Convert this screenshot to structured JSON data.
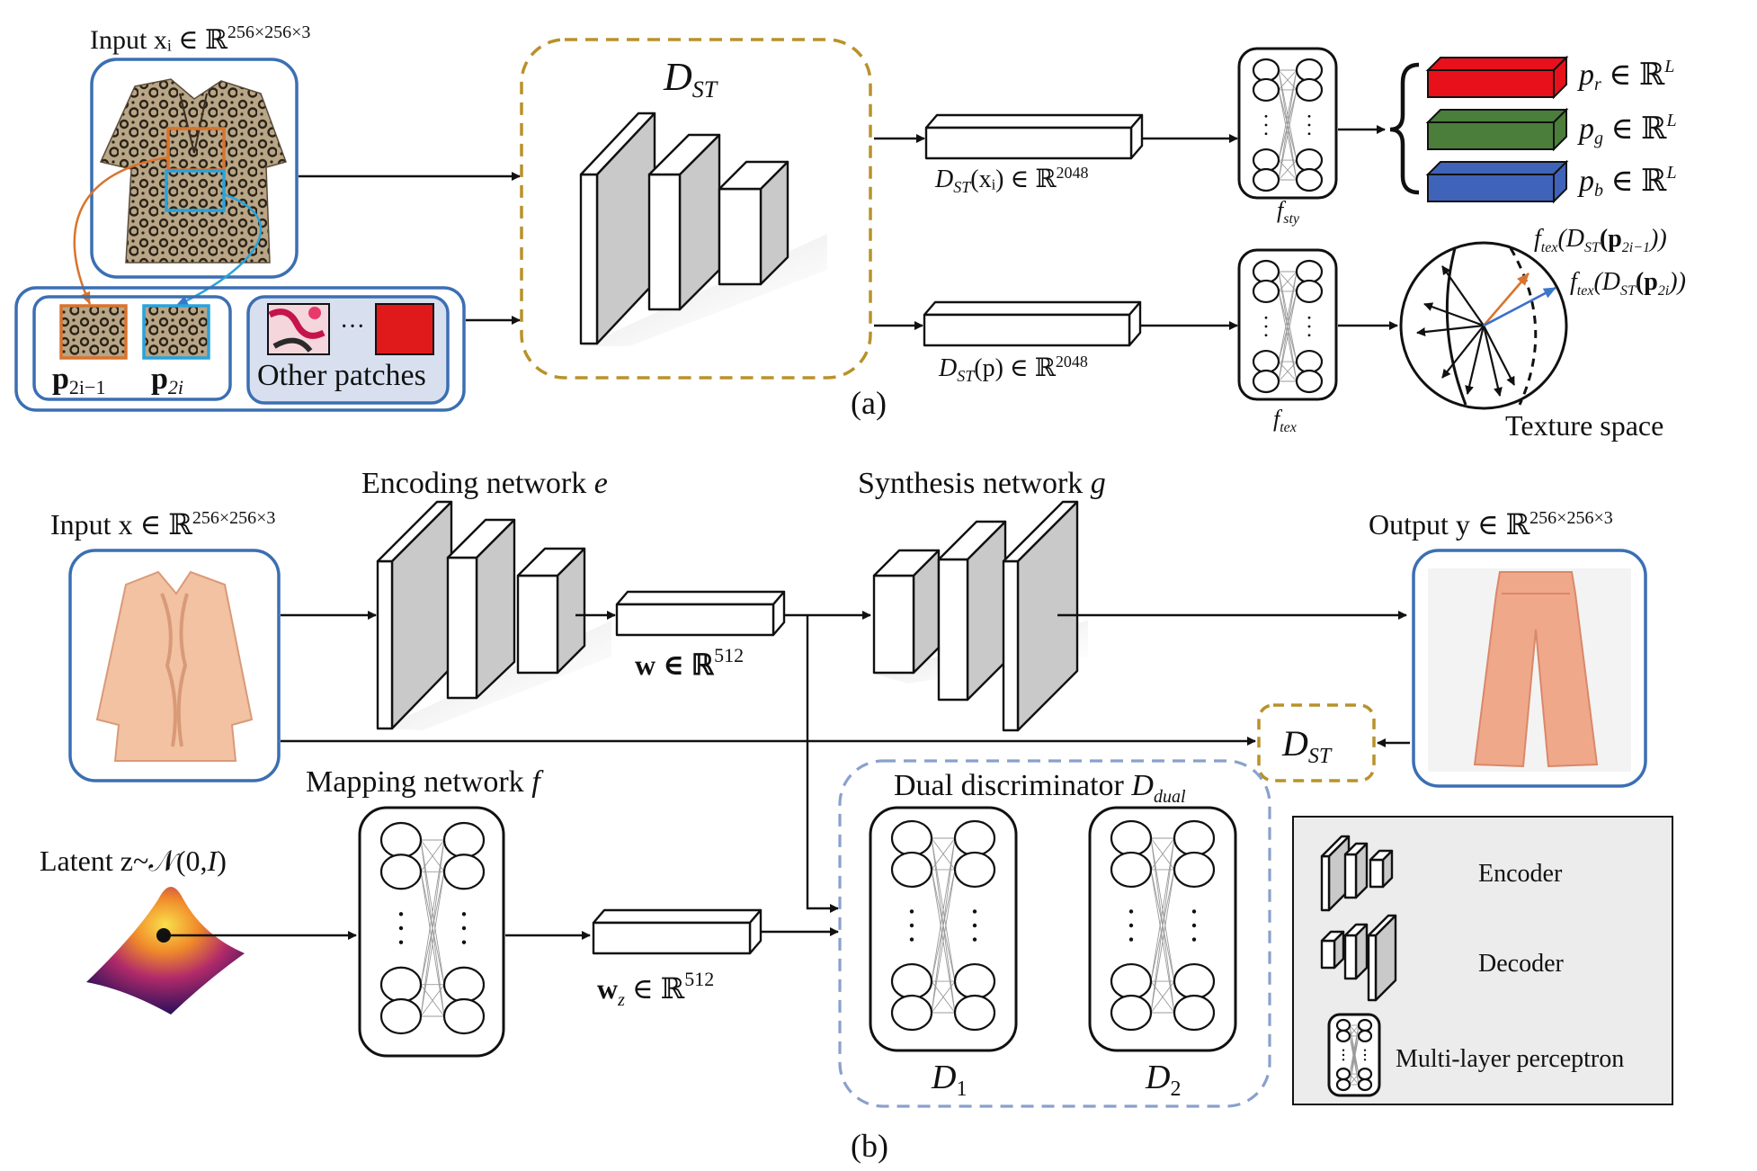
{
  "panel_a": {
    "caption": "(a)",
    "input_label": "Input  xᵢ ∈ ℝ",
    "input_sup": "256×256×3",
    "patch_left": "p",
    "patch_left_sub": "2i−1",
    "patch_right": "p",
    "patch_right_sub": "2i",
    "other_patches": "Other patches",
    "ellipsis": "···",
    "dst": "D",
    "dst_sub": "ST",
    "feat_top": "D",
    "feat_top_sub": "ST",
    "feat_top_arg": "(xᵢ) ∈ ℝ",
    "feat_top_sup": "2048",
    "feat_bot": "D",
    "feat_bot_sub": "ST",
    "feat_bot_arg": "(p) ∈ ℝ",
    "feat_bot_sup": "2048",
    "fsty": "f",
    "fsty_sub": "sty",
    "ftex": "f",
    "ftex_sub": "tex",
    "color_labels": [
      {
        "p": "p",
        "sub": "r",
        "rest": " ∈ ℝ",
        "sup": "L"
      },
      {
        "p": "p",
        "sub": "g",
        "rest": " ∈ ℝ",
        "sup": "L"
      },
      {
        "p": "p",
        "sub": "b",
        "rest": " ∈ ℝ",
        "sup": "L"
      }
    ],
    "color_bars": [
      "#e8101a",
      "#4a7e3a",
      "#3f63b8"
    ],
    "texture_vec1": "f",
    "texture_vec1_sub": "tex",
    "texture_vec1_arg": "(D",
    "texture_vec1_arg_sub": "ST",
    "texture_vec1_tail": "(p",
    "texture_vec1_tail_sub": "2i−1",
    "texture_vec1_end": "))",
    "texture_vec2": "f",
    "texture_vec2_sub": "tex",
    "texture_vec2_arg": "(D",
    "texture_vec2_arg_sub": "ST",
    "texture_vec2_tail": "(p",
    "texture_vec2_tail_sub": "2i",
    "texture_vec2_end": "))",
    "texture_space": "Texture space"
  },
  "panel_b": {
    "caption": "(b)",
    "input_label": "Input  x ∈ ℝ",
    "input_sup": "256×256×3",
    "encoding": "Encoding network ",
    "encoding_var": "e",
    "synthesis": "Synthesis  network ",
    "synthesis_var": "g",
    "w_label": "w ∈ ℝ",
    "w_sup": "512",
    "output_label": "Output  y ∈ ℝ",
    "output_sup": "256×256×3",
    "dst": "D",
    "dst_sub": "ST",
    "mapping": "Mapping network ",
    "mapping_var": "f",
    "latent": "Latent  z~",
    "latent_dist": "𝒩(0,",
    "latent_I": "I",
    "latent_end": ")",
    "wz": "w",
    "wz_sub": "z",
    "wz_rest": " ∈ ℝ",
    "wz_sup": "512",
    "dual": "Dual discriminator ",
    "dual_var": "D",
    "dual_sub": "dual",
    "d1": "D",
    "d1_sub": "1",
    "d2": "D",
    "d2_sub": "2",
    "legend": [
      "Encoder",
      "Decoder",
      "Multi-layer perceptron"
    ]
  }
}
